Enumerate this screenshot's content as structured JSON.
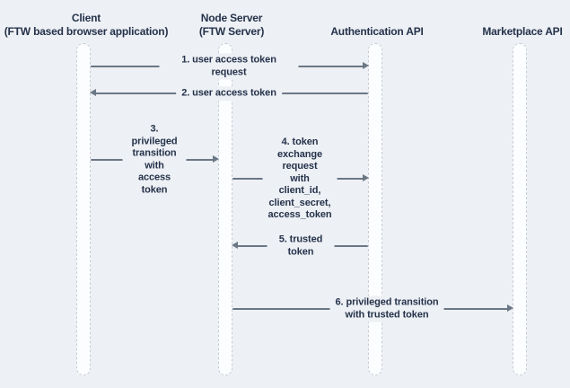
{
  "colors": {
    "background": "#edf0f4",
    "lifeline_fill": "#fcfdfe",
    "lifeline_border": "#c6cdd7",
    "arrow": "#6b7785",
    "text": "#25324b"
  },
  "participants": [
    {
      "name": "Client",
      "subtitle": "(FTW based browser application)"
    },
    {
      "name": "Node Server",
      "subtitle": "(FTW Server)"
    },
    {
      "name": "Authentication API",
      "subtitle": ""
    },
    {
      "name": "Marketplace API",
      "subtitle": ""
    }
  ],
  "messages": [
    {
      "label": "1. user access token request",
      "from": "Client",
      "to": "Authentication API",
      "direction": "right"
    },
    {
      "label": "2. user access token",
      "from": "Authentication API",
      "to": "Client",
      "direction": "left"
    },
    {
      "label": "3. privileged transition\nwith access token",
      "from": "Client",
      "to": "Node Server",
      "direction": "right"
    },
    {
      "label": "4. token exchange\nrequest\nwith client_id,\nclient_secret,\naccess_token",
      "from": "Node Server",
      "to": "Authentication API",
      "direction": "right"
    },
    {
      "label": "5. trusted token",
      "from": "Authentication API",
      "to": "Node Server",
      "direction": "left"
    },
    {
      "label": "6. privileged transition\nwith trusted token",
      "from": "Node Server",
      "to": "Marketplace API",
      "direction": "right"
    }
  ]
}
